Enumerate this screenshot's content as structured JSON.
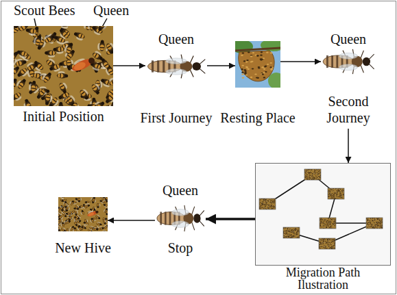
{
  "diagram": {
    "nodes": [
      {
        "text": [
          "Initial Position"
        ]
      },
      {
        "text": [
          "Queen",
          "First Journey"
        ]
      },
      {
        "text": [
          "Resting Place"
        ]
      },
      {
        "text": [
          "Queen",
          "Second Journey"
        ]
      },
      {
        "text": [
          "Migration Path Ilustration"
        ]
      },
      {
        "text": [
          "Queen",
          "Stop"
        ]
      },
      {
        "text": [
          "New Hive"
        ]
      }
    ],
    "edges": [
      {
        "from": 0,
        "to": 1,
        "arrow": "to"
      },
      {
        "from": 1,
        "to": 2,
        "arrow": "to"
      },
      {
        "from": 2,
        "to": 3,
        "arrow": "to"
      },
      {
        "from": 3,
        "to": 4,
        "arrow": "to"
      },
      {
        "from": 4,
        "to": 5,
        "arrow": "to"
      },
      {
        "from": 5,
        "to": 6,
        "arrow": "to"
      }
    ],
    "labels": [
      "Scout Bees",
      "Queen"
    ]
  }
}
